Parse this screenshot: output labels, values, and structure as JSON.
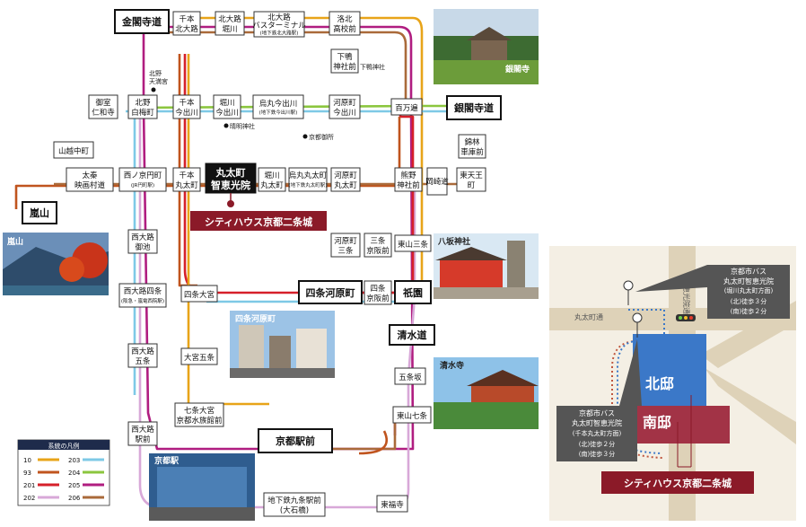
{
  "colors": {
    "r10": "#e8a419",
    "r93": "#c0541e",
    "r201": "#d6202a",
    "r202": "#d8a8d8",
    "r203": "#7ec9e6",
    "r204": "#8bc63e",
    "r205": "#b01d80",
    "r206": "#aa6a3a",
    "property": "#8b1a28",
    "north": "#3b78c8",
    "south": "#a23346"
  },
  "stops": {
    "kinkakuji": "金閣寺道",
    "senbon_kitaoji_1": "千本",
    "senbon_kitaoji_2": "北大路",
    "kitaoji_horikawa_1": "北大路",
    "kitaoji_horikawa_2": "堀川",
    "kitaoji_bt_1": "北大路",
    "kitaoji_bt_2": "バスターミナル",
    "kitaoji_bt_3": "(地下鉄北大路駅)",
    "rakuhoku_1": "洛北",
    "rakuhoku_2": "高校前",
    "shimogamo_1": "下鴨",
    "shimogamo_2": "神社前",
    "omuro_1": "御室",
    "omuro_2": "仁和寺",
    "kitano_1": "北野",
    "kitano_2": "白梅町",
    "senbon_imade_1": "千本",
    "senbon_imade_2": "今出川",
    "horikawa_imade_1": "堀川",
    "horikawa_imade_2": "今出川",
    "karasuma_imade_1": "烏丸今出川",
    "karasuma_imade_2": "(地下鉄今出川駅)",
    "kawaramachi_imade_1": "河原町",
    "kawaramachi_imade_2": "今出川",
    "hyakumanben": "百万遍",
    "ginkakuji": "銀閣寺道",
    "yamagoe": "山越中町",
    "kinrin_1": "錦林",
    "kinrin_2": "車庫前",
    "uzumasa_1": "太秦",
    "uzumasa_2": "映画村道",
    "nishinokyo_1": "西ノ京円町",
    "nishinokyo_2": "(JR円町駅)",
    "senbon_maruta_1": "千本",
    "senbon_maruta_2": "丸太町",
    "horikawa_maruta_1": "堀川",
    "horikawa_maruta_2": "丸太町",
    "karasuma_maruta_1": "烏丸丸太町",
    "karasuma_maruta_2": "(地下鉄丸太町駅)",
    "kawaramachi_maruta_1": "河原町",
    "kawaramachi_maruta_2": "丸太町",
    "kumano_1": "熊野",
    "kumano_2": "神社前",
    "okazakimichi": "岡崎道",
    "higashitenno_1": "東天王",
    "higashitenno_2": "町",
    "arashiyama": "嵐山",
    "nishioji_oike_1": "西大路",
    "nishioji_oike_2": "御池",
    "kawaramachi_sanjo_1": "河原町",
    "kawaramachi_sanjo_2": "三条",
    "sanjo_keihan_1": "三条",
    "sanjo_keihan_2": "京阪前",
    "higashiyama_sanjo": "東山三条",
    "nishioji_shijo_1": "西大路四条",
    "nishioji_shijo_2": "(阪急・嵐電西院駅)",
    "shijo_omiya": "四条大宮",
    "shijo_kawaramachi": "四条河原町",
    "shijo_keihan_1": "四条",
    "shijo_keihan_2": "京阪前",
    "gion": "祇園",
    "kiyomizu": "清水道",
    "nishioji_gojo_1": "西大路",
    "nishioji_gojo_2": "五条",
    "omiya_gojo": "大宮五条",
    "gojozaka": "五条坂",
    "shichijo_omiya_1": "七条大宮",
    "shichijo_omiya_2": "京都水族館前",
    "higashiyama_shichijo": "東山七条",
    "nishioji_station_1": "西大路",
    "nishioji_station_2": "駅前",
    "kyoto_station": "京都駅前",
    "kujo_1": "地下鉄九条駅前",
    "kujo_2": "(大石橋)",
    "tofukuji": "東福寺",
    "marutamachi_1": "丸太町",
    "marutamachi_2": "智恵光院",
    "property_banner": "シティハウス京都二条城"
  },
  "landmarks": {
    "kitano_tenmangu_1": "北野",
    "kitano_tenmangu_2": "天満宮",
    "shimogamo_jinja": "下鴨神社",
    "seimei": "晴明神社",
    "gosho": "京都御所"
  },
  "photos": {
    "ginkakuji": "銀閣寺",
    "arashiyama": "嵐山",
    "yasaka": "八坂神社",
    "shijo": "四条河原町",
    "kiyomizu": "清水寺",
    "kyoto_st": "京都駅"
  },
  "legend": {
    "title": "系統の凡例",
    "items": [
      {
        "num": "10",
        "color": "#e8a419"
      },
      {
        "num": "203",
        "color": "#7ec9e6"
      },
      {
        "num": "93",
        "color": "#c0541e"
      },
      {
        "num": "204",
        "color": "#8bc63e"
      },
      {
        "num": "201",
        "color": "#d6202a"
      },
      {
        "num": "205",
        "color": "#b01d80"
      },
      {
        "num": "202",
        "color": "#d8a8d8"
      },
      {
        "num": "206",
        "color": "#aa6a3a"
      }
    ]
  },
  "inset": {
    "street_v": "智恵光院通",
    "street_h": "丸太町通",
    "north": "北邸",
    "south": "南邸",
    "bus1": {
      "l1": "京都市バス",
      "l2": "丸太町智恵光院",
      "l3": "(堀川丸太町方面)",
      "l4": "(北)徒歩３分",
      "l5": "(南)徒歩２分"
    },
    "bus2": {
      "l1": "京都市バス",
      "l2": "丸太町智恵光院",
      "l3": "(千本丸太町方面)",
      "l4": "(北)徒歩２分",
      "l5": "(南)徒歩３分"
    },
    "banner": "シティハウス京都二条城"
  }
}
